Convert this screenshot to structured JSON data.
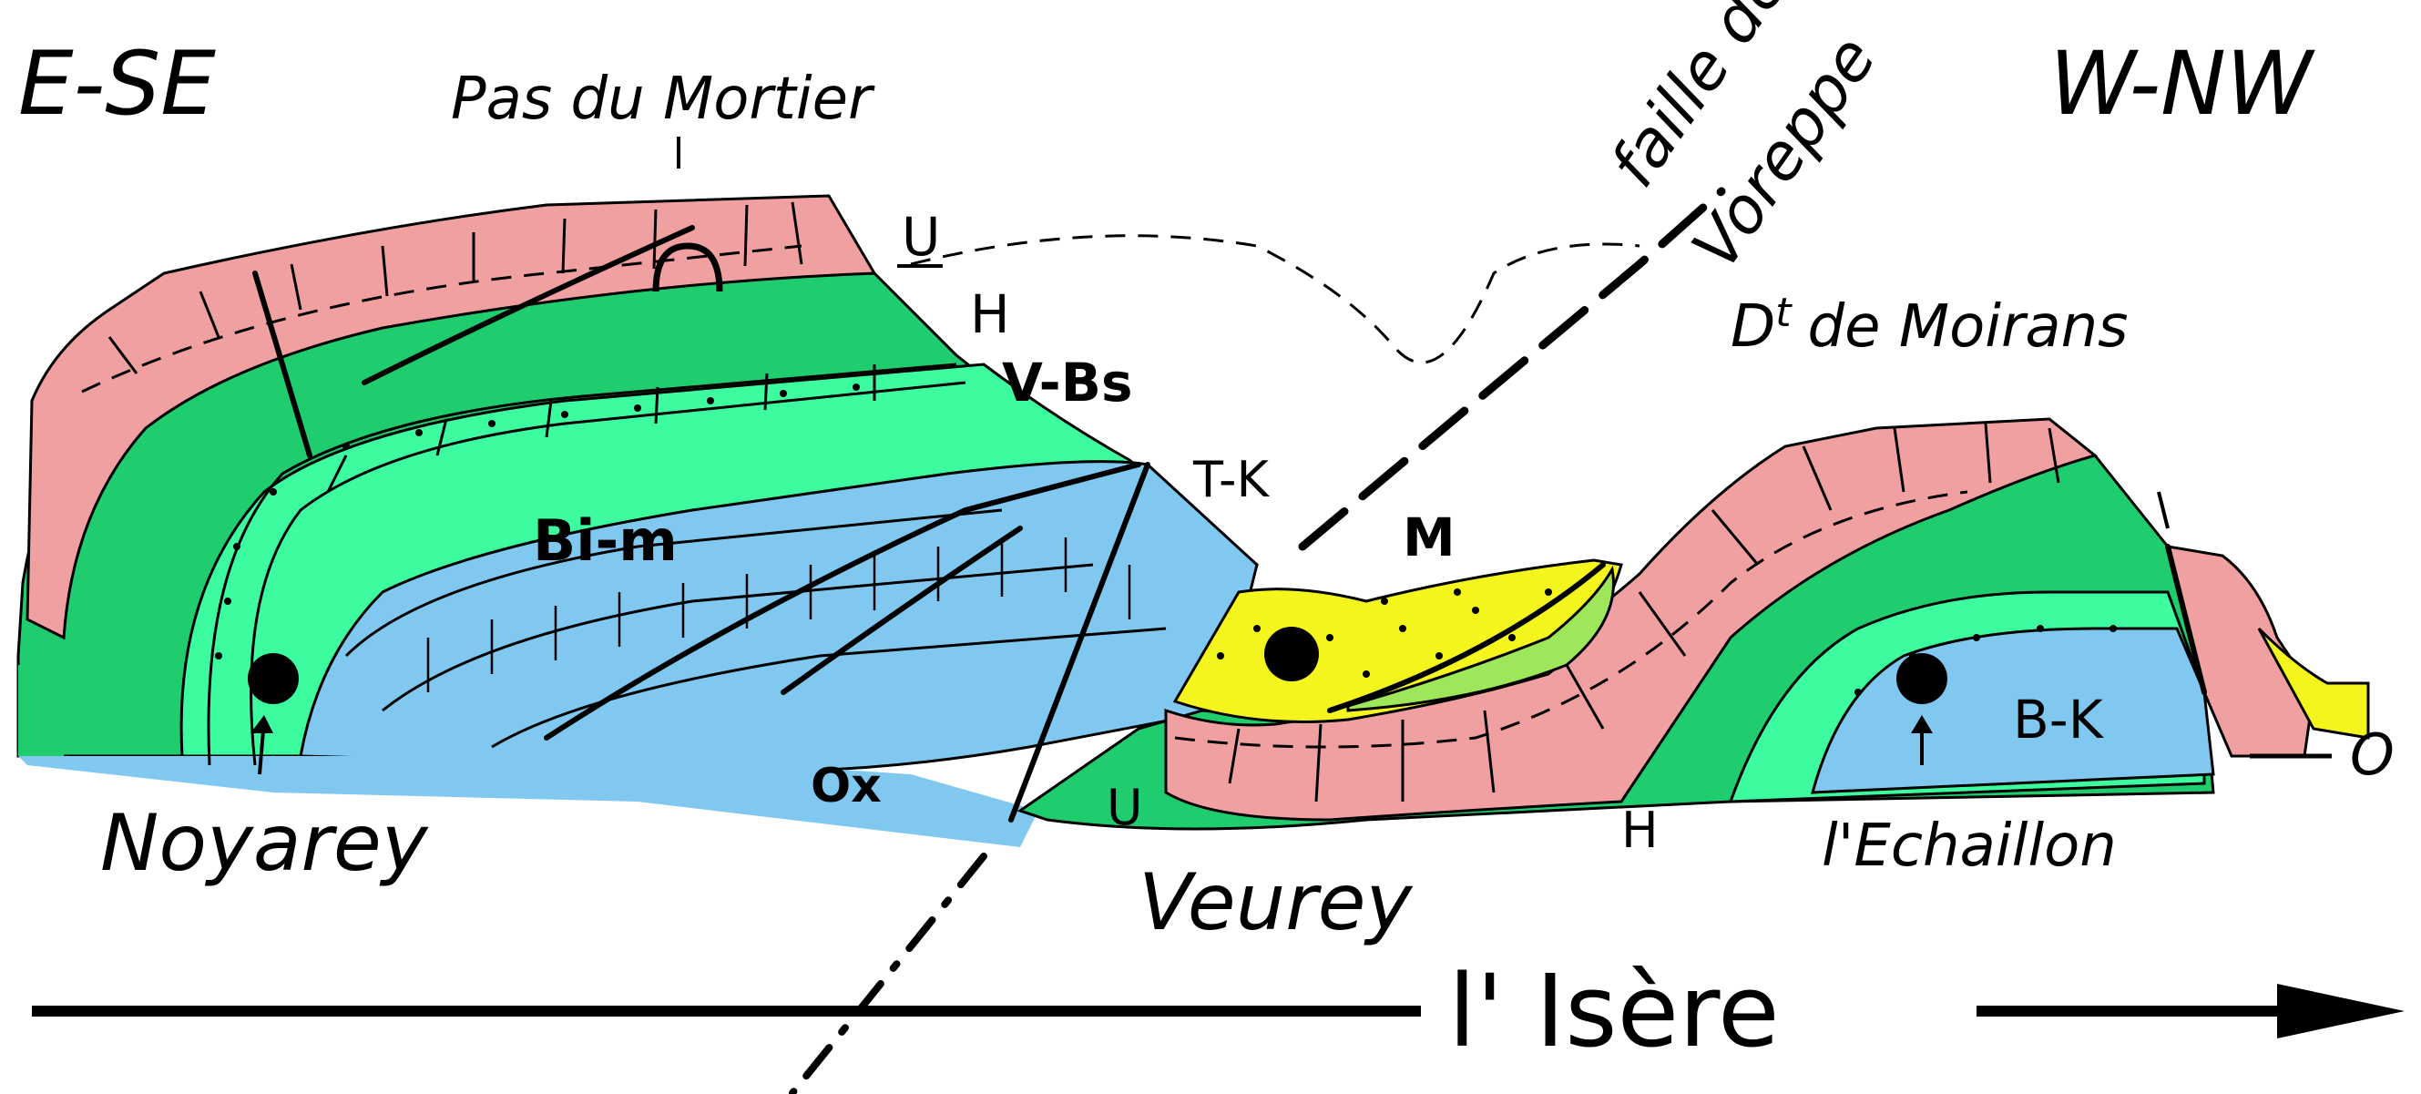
{
  "orientation": {
    "left": "E-SE",
    "right": "W-NW"
  },
  "places": {
    "pas_du_mortier": "Pas du Mortier",
    "noyarey": "Noyarey",
    "veurey": "Veurey",
    "echaillon": "l'Echaillon",
    "dt_moirans_main": "D",
    "dt_moirans_sup": "t",
    "dt_moirans_rest": "de Moirans"
  },
  "fault": {
    "line1": "faille de",
    "line2": "Voreppe"
  },
  "river": "l' Isère",
  "units": {
    "U_top": "U",
    "H_top": "H",
    "V_Bs": "V-Bs",
    "T_K": "T-K",
    "Bi_m": "Bi-m",
    "M": "M",
    "Ox": "Ox",
    "U_bottom": "U",
    "H_bottom": "H",
    "B_K": "B-K",
    "O": "O"
  },
  "colors": {
    "urgonian_pink": "#f0a0a0",
    "hauterivian_green": "#1fcc6e",
    "valanginian_mint": "#3dfca0",
    "berriasian_blue": "#80c8f0",
    "miocene_yellow": "#f5f51e",
    "lens_green": "#9ee65a"
  }
}
